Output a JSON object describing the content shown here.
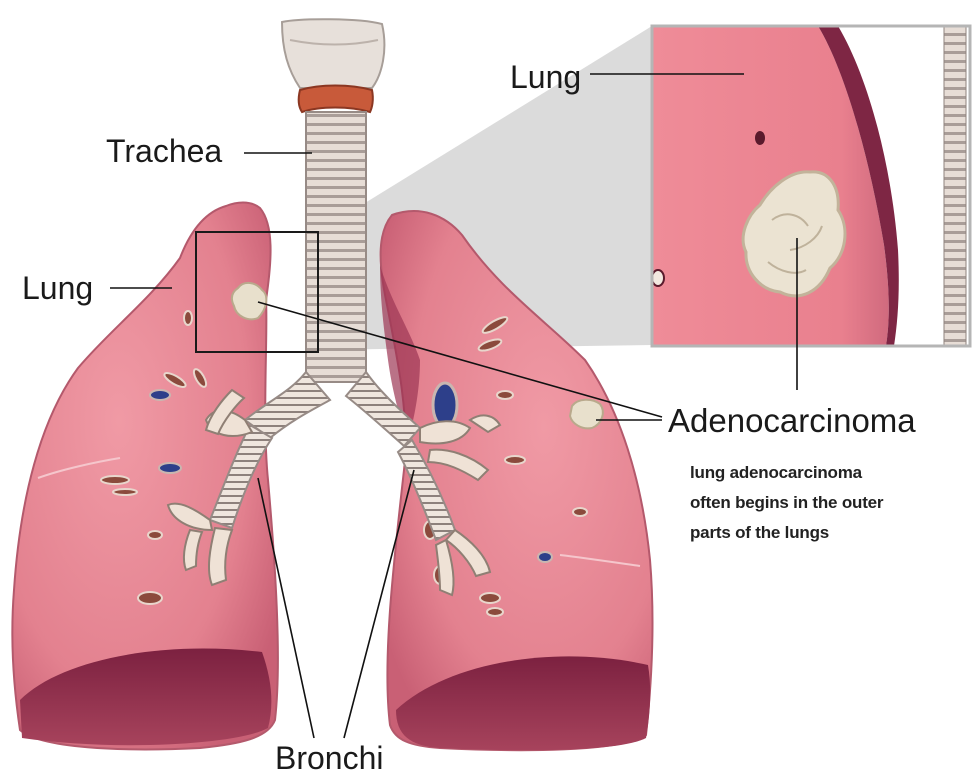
{
  "labels": {
    "trachea": "Trachea",
    "lung_left": "Lung",
    "lung_inset": "Lung",
    "adenocarcinoma": "Adenocarcinoma",
    "bronchi": "Bronchi"
  },
  "caption": {
    "lines": [
      "lung adenocarcinoma",
      "often begins in the outer",
      "parts of the lungs"
    ]
  },
  "colors": {
    "lung_pink": "#e58b97",
    "lung_dark": "#8e2b47",
    "cartilage": "#ddd3cc",
    "tumor": "#e8e0cc",
    "vessel_blue": "#2d3f8a",
    "line": "#111111"
  }
}
